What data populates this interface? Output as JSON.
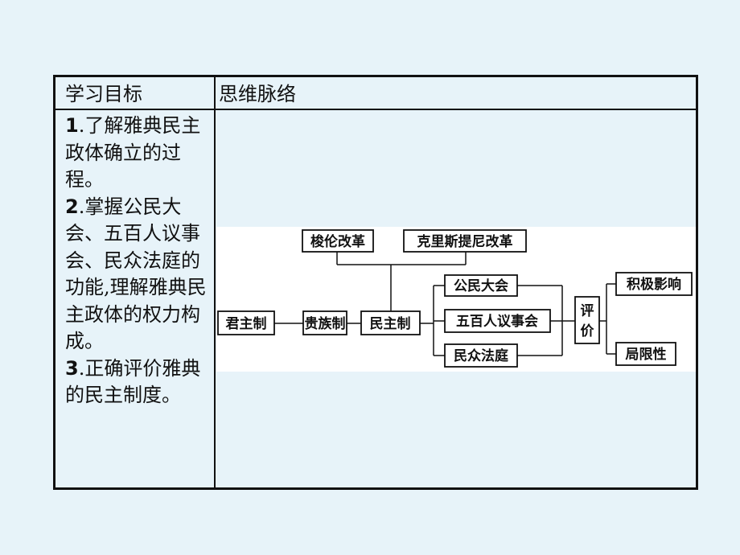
{
  "table": {
    "header_left": "学习目标",
    "header_right": "思维脉络"
  },
  "goals": [
    {
      "num": "1",
      "text": ".了解雅典民主政体确立的过程。"
    },
    {
      "num": "2",
      "text": ".掌握公民大会、五百人议事会、民众法庭的功能,理解雅典民主政体的权力构成。"
    },
    {
      "num": "3",
      "text": ".正确评价雅典的民主制度。"
    }
  ],
  "diagram": {
    "nodes": {
      "junzhu": "君主制",
      "guizu": "贵族制",
      "minzhu": "民主制",
      "solon": "梭伦改革",
      "cleisthenes": "克里斯提尼改革",
      "gongmin": "公民大会",
      "wubai": "五百人议事会",
      "fating": "民众法庭",
      "ping": "评",
      "jia": "价",
      "jiji": "积极影响",
      "juxian": "局限性"
    }
  }
}
